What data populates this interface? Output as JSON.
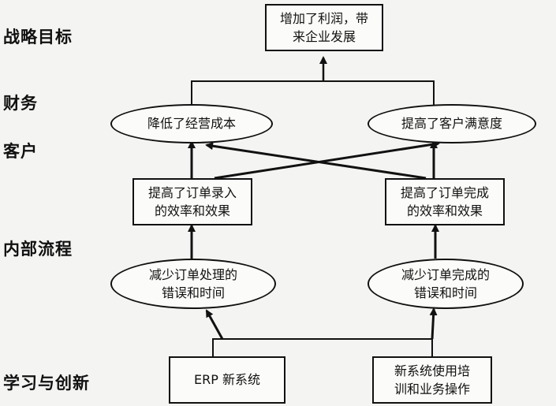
{
  "layers": {
    "strategy": "战略目标",
    "finance": "财务",
    "customer": "客户",
    "process": "内部流程",
    "learning": "学习与创新"
  },
  "nodes": {
    "goal": "增加了利润，带\n来企业发展",
    "reduce_cost": "降低了经营成本",
    "satisfaction": "提高了客户满意度",
    "order_entry": "提高了订单录入\n的效率和效果",
    "order_fulfill": "提高了订单完成\n的效率和效果",
    "reduce_errors_processing": "减少订单处理的\n错误和时间",
    "reduce_errors_fulfill": "减少订单完成的\n错误和时间",
    "erp": "ERP 新系统",
    "training": "新系统使用培\n训和业务操作"
  }
}
